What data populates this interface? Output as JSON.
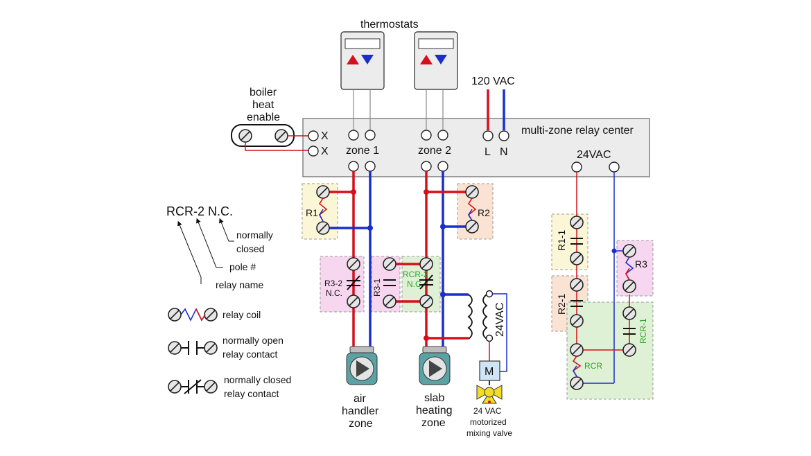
{
  "title": "thermostats",
  "boiler": {
    "line1": "boiler",
    "line2": "heat",
    "line3": "enable"
  },
  "relay_center": {
    "title": "multi-zone relay center",
    "zone1": "zone 1",
    "zone2": "zone 2",
    "L": "L",
    "N": "N",
    "x1": "X",
    "x2": "X",
    "vac24": "24VAC"
  },
  "power": {
    "label": "120 VAC"
  },
  "relays": {
    "r1": "R1",
    "r2": "R2",
    "r3": "R3",
    "r3_2a": "R3-2",
    "r3_2b": "N.C.",
    "r3_1": "R3-1",
    "rcr2a": "RCR-2",
    "rcr2b": "N.C",
    "r1_1": "R1-1",
    "r2_1": "R2-1",
    "rcr": "RCR",
    "rcr1": "RCR-1",
    "transformer": "24VAC",
    "motor": "M"
  },
  "legend": {
    "code": "RCR-2 N.C.",
    "normally": "normally",
    "closed": "closed",
    "pole": "pole #",
    "relay_name": "relay name",
    "coil": "relay coil",
    "no1": "normally open",
    "no2": "relay contact",
    "nc1": "normally closed",
    "nc2": "relay contact"
  },
  "zones": {
    "air1": "air",
    "air2": "handler",
    "air3": "zone",
    "slab1": "slab",
    "slab2": "heating",
    "slab3": "zone",
    "valve1": "24 VAC",
    "valve2": "motorized",
    "valve3": "mixing valve"
  },
  "colors": {
    "red": "#d4101c",
    "blue": "#1a2ecc",
    "green": "#2aa52a"
  }
}
